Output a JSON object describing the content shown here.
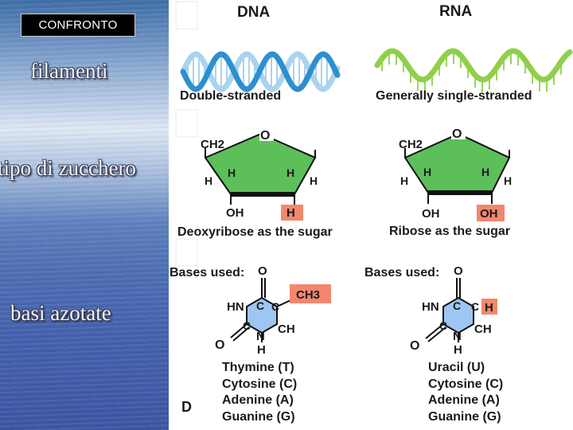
{
  "slide": {
    "title": "CONFRONTO",
    "labels": {
      "strands": "filamenti",
      "sugar": "tipo di zucchero",
      "bases": "basi azotate"
    }
  },
  "figure": {
    "dna": {
      "header": "DNA",
      "strand_caption": "Double-stranded",
      "sugar_caption": "Deoxyribose as the sugar",
      "sugar_atoms": {
        "ch2": "CH2",
        "o": "O",
        "h": "H",
        "oh": "OH",
        "c2_group": "H"
      },
      "bases_title": "Bases used:",
      "base_group": "CH3",
      "bases": [
        "Thymine (T)",
        "Cytosine (C)",
        "Adenine (A)",
        "Guanine (G)"
      ]
    },
    "rna": {
      "header": "RNA",
      "strand_caption": "Generally single-stranded",
      "sugar_caption": "Ribose as the sugar",
      "sugar_atoms": {
        "ch2": "CH2",
        "o": "O",
        "h": "H",
        "oh": "OH",
        "c2_group": "OH"
      },
      "bases_title": "Bases used:",
      "base_group": "H",
      "bases": [
        "Uracil (U)",
        "Cytosine (C)",
        "Adenine (A)",
        "Guanine (G)"
      ]
    },
    "ring_atoms": {
      "o": "O",
      "hn": "HN",
      "c": "C",
      "ch": "CH",
      "n": "N",
      "h": "H"
    },
    "panel_letter": "D",
    "colors": {
      "dna_helix_dark": "#2e8fd0",
      "dna_helix_light": "#a9d3ee",
      "rna_helix": "#8fd04a",
      "sugar_fill": "#5cbf5a",
      "base_fill": "#9ec6f1",
      "highlight": "#f2876e"
    }
  }
}
